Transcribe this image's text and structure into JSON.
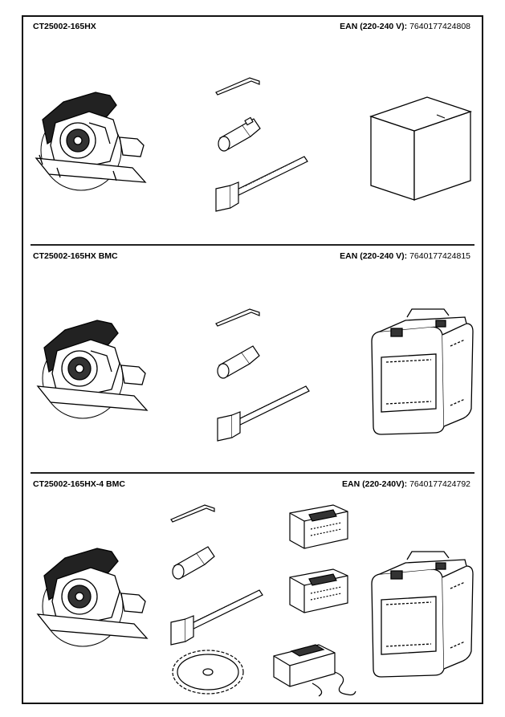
{
  "sections": [
    {
      "model": "CT25002-165HX",
      "ean_label": "EAN (220-240 V):",
      "ean": "7640177424808"
    },
    {
      "model": "CT25002-165HX BMC",
      "ean_label": "EAN (220-240 V):",
      "ean": "7640177424815"
    },
    {
      "model": "CT25002-165HX-4 BMC",
      "ean_label": "EAN (220-240V):",
      "ean": "7640177424792"
    }
  ]
}
